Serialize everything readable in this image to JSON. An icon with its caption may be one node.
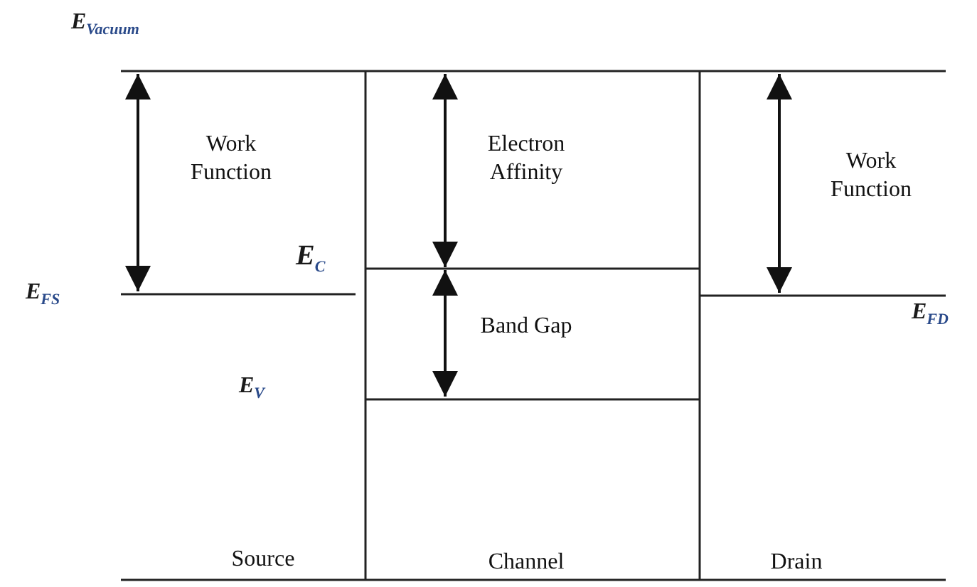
{
  "diagram": {
    "labels": [
      "E$_{Vacuum}$",
      "Work Function",
      "Electron Affinity",
      "Work Function",
      "E$_{FS}$",
      "E$_{C}$",
      "E$_{FD}$",
      "Band Gap",
      "E$_{V}$",
      "Source",
      "Channel",
      "Drain"
    ]
  }
}
